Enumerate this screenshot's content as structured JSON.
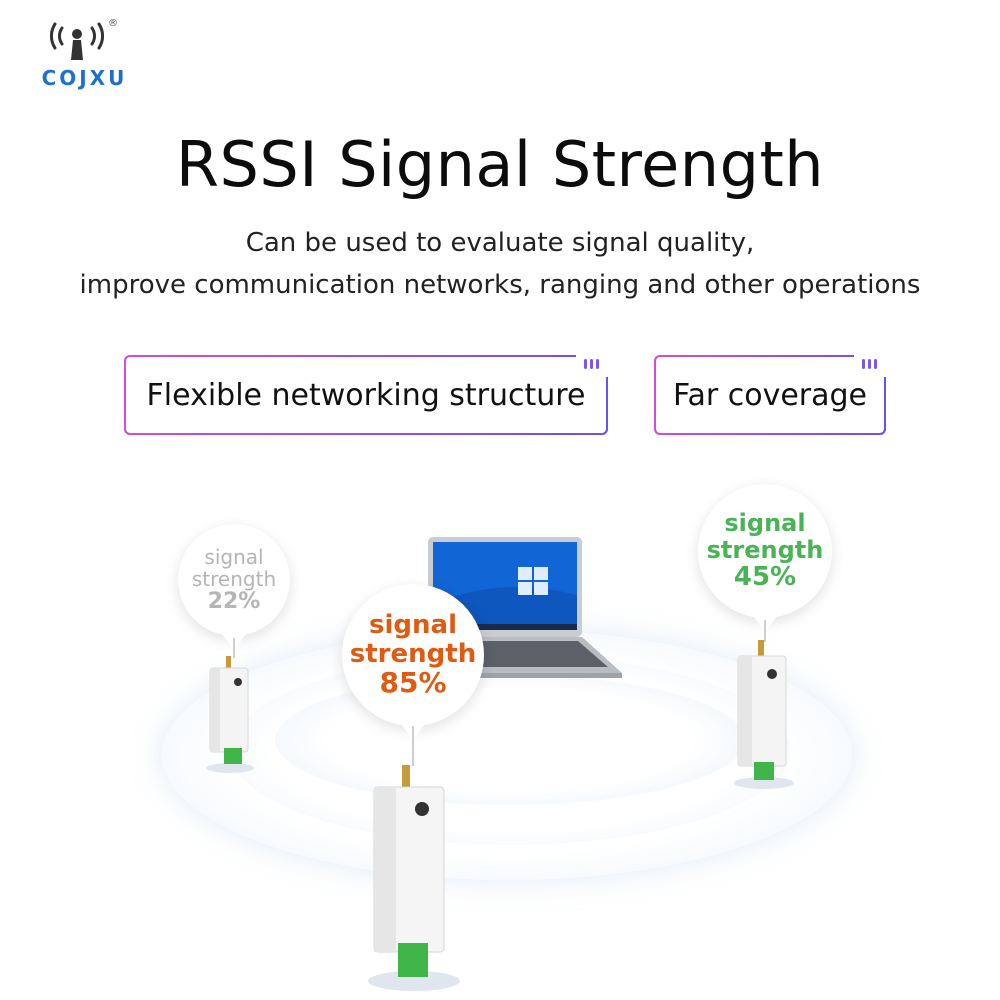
{
  "brand": {
    "name": "COJXU",
    "registered": "®",
    "logo_icon": "antenna-signal-icon",
    "color": "#1f6fd1"
  },
  "heading": {
    "title": "RSSI Signal Strength",
    "subtitle_line1": "Can be used to evaluate signal quality,",
    "subtitle_line2": "improve communication networks, ranging and other operations"
  },
  "features": [
    {
      "label": "Flexible networking structure"
    },
    {
      "label": "Far coverage"
    }
  ],
  "signals": [
    {
      "line1": "signal",
      "line2": "strength",
      "value": "22%",
      "color": "#b5b5b5"
    },
    {
      "line1": "signal",
      "line2": "strength",
      "value": "85%",
      "color": "#e05a12"
    },
    {
      "line1": "signal",
      "line2": "strength",
      "value": "45%",
      "color": "#49b356"
    }
  ],
  "colors": {
    "accent_start": "#d24dd9",
    "accent_end": "#6c4ff0",
    "ring": "#e8f1fb"
  }
}
